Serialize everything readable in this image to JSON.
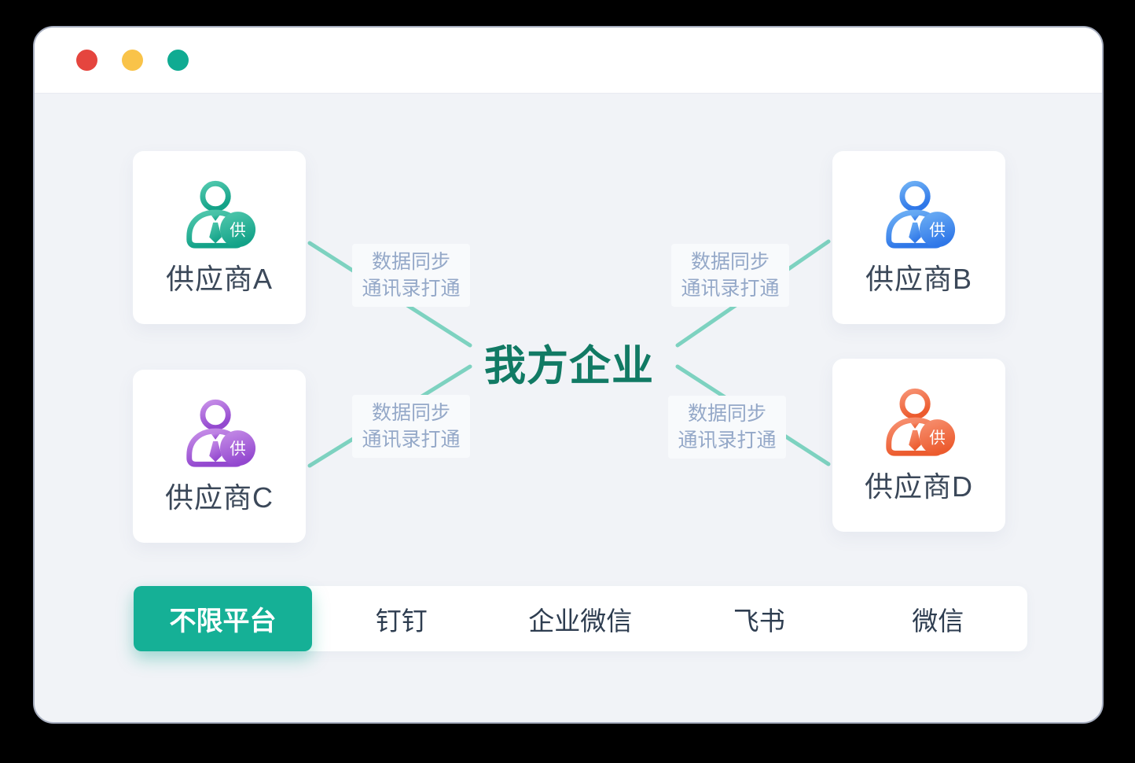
{
  "window": {
    "traffic_lights": [
      "#e5453e",
      "#f9c349",
      "#10ab92"
    ]
  },
  "theme": {
    "page_bg": "#f1f3f7",
    "window_border": "#a7aebf",
    "line_color": "#7dd2c0",
    "center_text_color": "#117a64",
    "label_text_color": "#94a8c8",
    "label_bg": "#f8fafc",
    "active_tab_bg": "#15b096",
    "tab_text_color": "#2e3d50",
    "card_text_color": "#3b4859"
  },
  "diagram": {
    "center_label": "我方企业",
    "connection_label": {
      "line1": "数据同步",
      "line2": "通讯录打通"
    },
    "suppliers": [
      {
        "name": "供应商A",
        "badge": "供",
        "color_top": "#52c9ae",
        "color_bottom": "#13a288"
      },
      {
        "name": "供应商B",
        "badge": "供",
        "color_top": "#6fb1f5",
        "color_bottom": "#2f77e8"
      },
      {
        "name": "供应商C",
        "badge": "供",
        "color_top": "#c78fe8",
        "color_bottom": "#9348cf"
      },
      {
        "name": "供应商D",
        "badge": "供",
        "color_top": "#f79273",
        "color_bottom": "#ec5b2e"
      }
    ]
  },
  "tabs": [
    {
      "label": "不限平台",
      "active": true
    },
    {
      "label": "钉钉",
      "active": false
    },
    {
      "label": "企业微信",
      "active": false
    },
    {
      "label": "飞书",
      "active": false
    },
    {
      "label": "微信",
      "active": false
    }
  ]
}
